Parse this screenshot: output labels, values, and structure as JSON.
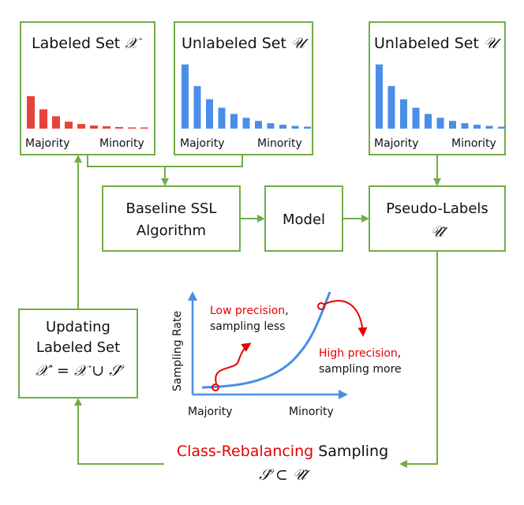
{
  "colors": {
    "border": "#70ad47",
    "red_bars": "#e8433a",
    "blue_bars": "#4a8ee8",
    "highlight": "#e60000",
    "axis": "#4a8ee8"
  },
  "labeled_set": {
    "title": "Labeled Set ",
    "symbol": "𝒳",
    "left_label": "Majority",
    "right_label": "Minority",
    "bars": [
      0.42,
      0.25,
      0.16,
      0.09,
      0.06,
      0.04,
      0.03,
      0.02,
      0.015,
      0.01
    ]
  },
  "unlabeled_set_1": {
    "title": "Unlabeled Set ",
    "symbol": "𝒰",
    "left_label": "Majority",
    "right_label": "Minority",
    "bars": [
      0.83,
      0.55,
      0.38,
      0.27,
      0.19,
      0.14,
      0.1,
      0.07,
      0.05,
      0.035,
      0.025
    ]
  },
  "unlabeled_set_2": {
    "title": "Unlabeled Set ",
    "symbol": "𝒰",
    "left_label": "Majority",
    "right_label": "Minority",
    "bars": [
      0.83,
      0.55,
      0.38,
      0.27,
      0.19,
      0.14,
      0.1,
      0.07,
      0.05,
      0.035,
      0.025
    ]
  },
  "baseline": {
    "line1": "Baseline SSL",
    "line2": "Algorithm"
  },
  "model": {
    "label": "Model"
  },
  "pseudo_labels": {
    "line1": "Pseudo-Labels",
    "symbol": "𝒰̂"
  },
  "updating": {
    "line1": "Updating",
    "line2": "Labeled Set",
    "formula": "𝒳′ = 𝒳 ∪ 𝒮̂"
  },
  "sampling_chart": {
    "ylabel": "Sampling Rate",
    "x_left": "Majority",
    "x_right": "Minority",
    "low_red": "Low precision",
    "low_rest": ",",
    "low_line2": "sampling less",
    "high_red": "High precision",
    "high_rest": ",",
    "high_line2": "sampling more"
  },
  "bottom": {
    "red": "Class-Rebalancing",
    "rest": " Sampling",
    "formula": "𝒮̂ ⊂ 𝒰̂"
  }
}
